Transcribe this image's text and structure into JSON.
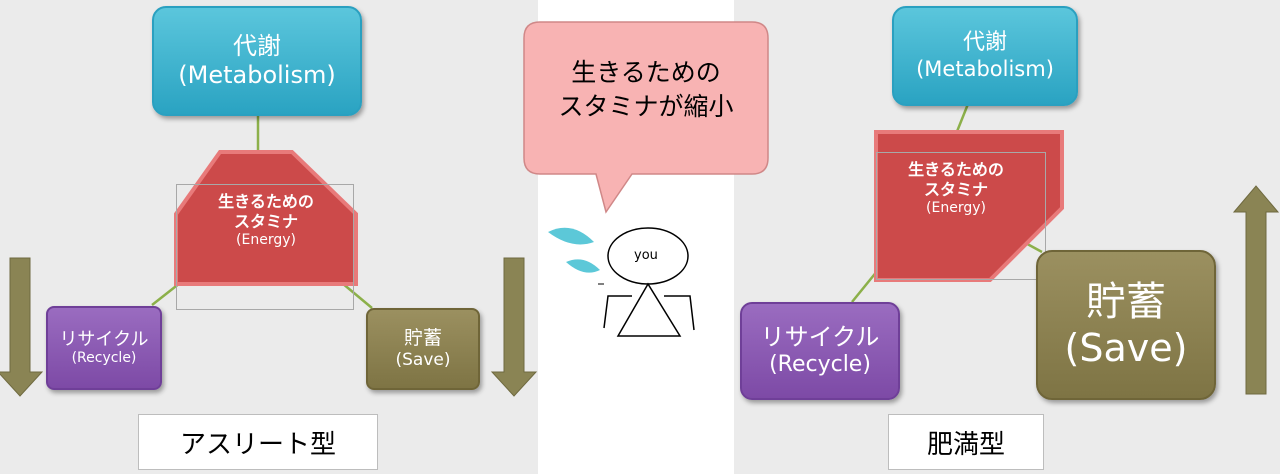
{
  "left": {
    "metabolism": {
      "jp": "代謝",
      "en": "(Metabolism)"
    },
    "energy": {
      "line1": "生きるための",
      "line2": "スタミナ",
      "en": "(Energy)"
    },
    "recycle": {
      "jp": "リサイクル",
      "en": "(Recycle)"
    },
    "save": {
      "jp": "貯蓄",
      "en": "(Save)"
    },
    "title": "アスリート型",
    "arrows": {
      "recycle": "down",
      "save": "down"
    }
  },
  "middle": {
    "bubble": {
      "line1": "生きるための",
      "line2": "スタミナが縮小"
    },
    "figure_label": "you"
  },
  "right": {
    "metabolism": {
      "jp": "代謝",
      "en": "(Metabolism)"
    },
    "energy": {
      "line1": "生きるための",
      "line2": "スタミナ",
      "en": "(Energy)"
    },
    "recycle": {
      "jp": "リサイクル",
      "en": "(Recycle)"
    },
    "save": {
      "jp": "貯蓄",
      "en": "(Save)"
    },
    "title": "肥満型",
    "arrows": {
      "save": "up"
    }
  },
  "colors": {
    "metabolism": "#3bb3cf",
    "energy": "#cc4c4c",
    "recycle": "#8455ad",
    "save": "#8a7f50",
    "arrow": "#8a8454",
    "connector": "#8cb04a",
    "bubble": "#f8b3b3",
    "sweat": "#5cc8d8"
  }
}
